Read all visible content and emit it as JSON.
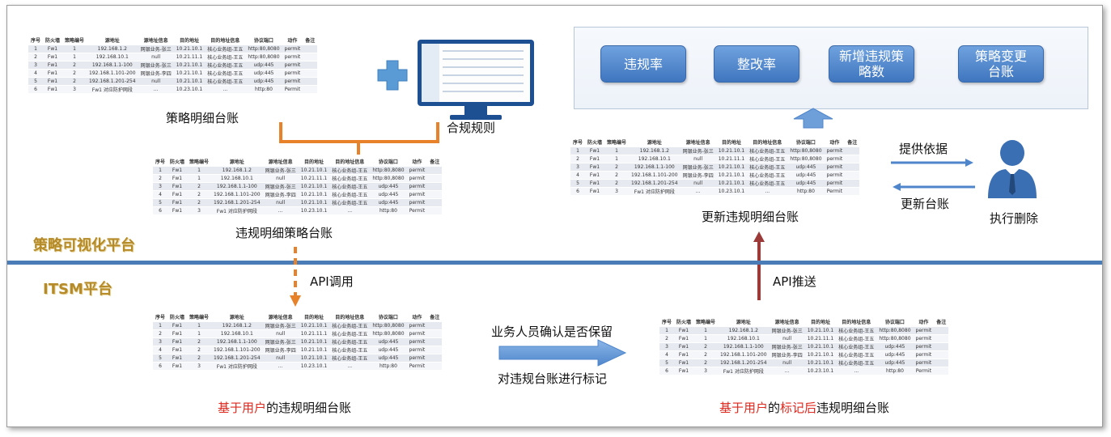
{
  "table": {
    "headers": [
      "序号",
      "防火墙",
      "策略编号",
      "源地址",
      "源地址信息",
      "目的地址",
      "目的地址信息",
      "协议端口",
      "动作",
      "备注"
    ],
    "rows": [
      [
        "1",
        "Fw1",
        "1",
        "192.168.1.2",
        "网银业务-张三",
        "10.21.10.1",
        "核心业务组-王五",
        "http:80,8080",
        "permit",
        ""
      ],
      [
        "2",
        "Fw1",
        "1",
        "192.168.10.1",
        "null",
        "10.21.11.1",
        "核心业务组-王五",
        "http:80,8080",
        "permit",
        ""
      ],
      [
        "3",
        "Fw1",
        "2",
        "192.168.1.1-100",
        "网银业务-张三",
        "10.21.10.1",
        "核心业务组-王五",
        "udp:445",
        "permit",
        ""
      ],
      [
        "4",
        "Fw1",
        "2",
        "192.168.1.101-200",
        "网银业务-李四",
        "10.21.10.1",
        "核心业务组-王五",
        "udp:445",
        "permit",
        ""
      ],
      [
        "5",
        "Fw1",
        "2",
        "192.168.1.201-254",
        "null",
        "10.21.10.1",
        "核心业务组-王五",
        "udp:445",
        "permit",
        ""
      ],
      [
        "6",
        "Fw1",
        "3",
        "Fw1 对应防护网段",
        "...",
        "10.23.10.1",
        "...",
        "http:80",
        "Permit",
        ""
      ]
    ]
  },
  "captions": {
    "policy_ledger": "策略明细台账",
    "compliance_rules": "合规规则",
    "violation_ledger": "违规明细策略台账",
    "updated_ledger": "更新违规明细台账",
    "user_based_red": "基于用户",
    "user_based_rest": "的违规明细台账",
    "marked_red1": "基于用户",
    "marked_mid": "的",
    "marked_red2": "标记后",
    "marked_rest": "违规明细台账"
  },
  "platforms": {
    "top": "策略可视化平台",
    "bottom": "ITSM平台"
  },
  "metrics": [
    "违规率",
    "整改率",
    "新增违规策\n略数",
    "策略变更\n台账"
  ],
  "arrows": {
    "api_call": "API调用",
    "api_push": "API推送",
    "provide_basis": "提供依据",
    "update_ledger": "更新台账",
    "confirm_keep": "业务人员确认是否保留",
    "mark_ledger": "对违规台账进行标记",
    "execute_delete": "执行删除"
  },
  "icons": [
    "plus-icon",
    "monitor-icon",
    "user-icon"
  ],
  "colors": {
    "divider": "#4a7db8",
    "metric": "#4f86cb",
    "orange": "#e8822a",
    "red": "#e0281e",
    "darkred": "#9c3a3a",
    "platform": "#b58a28"
  }
}
